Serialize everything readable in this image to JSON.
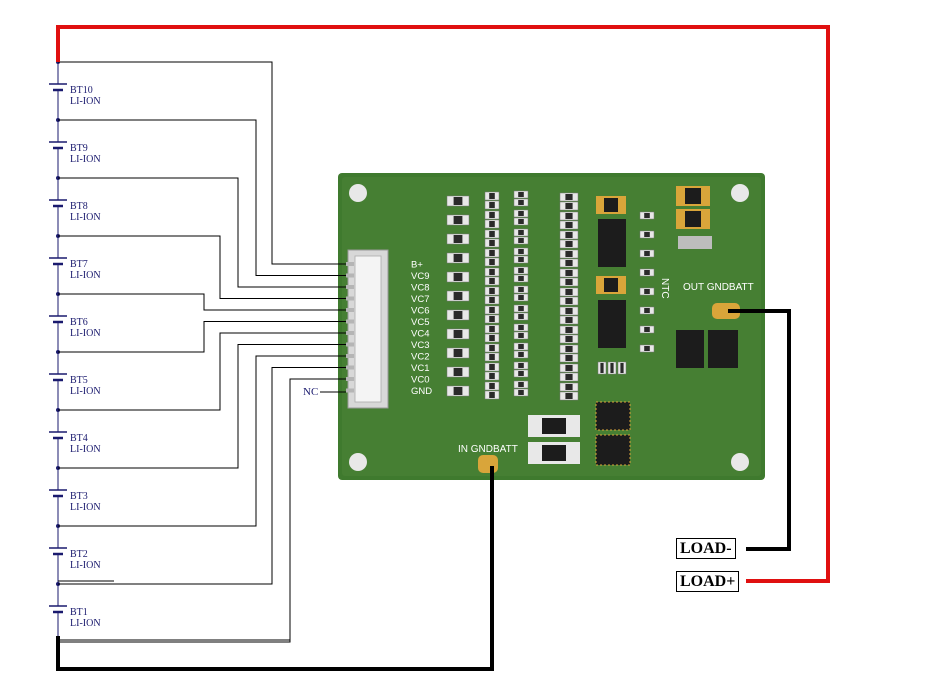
{
  "cells": [
    {
      "name": "BT10",
      "type": "LI-ION"
    },
    {
      "name": "BT9",
      "type": "LI-ION"
    },
    {
      "name": "BT8",
      "type": "LI-ION"
    },
    {
      "name": "BT7",
      "type": "LI-ION"
    },
    {
      "name": "BT6",
      "type": "LI-ION"
    },
    {
      "name": "BT5",
      "type": "LI-ION"
    },
    {
      "name": "BT4",
      "type": "LI-ION"
    },
    {
      "name": "BT3",
      "type": "LI-ION"
    },
    {
      "name": "BT2",
      "type": "LI-ION"
    },
    {
      "name": "BT1",
      "type": "LI-ION"
    }
  ],
  "connector_pins": [
    "B+",
    "VC9",
    "VC8",
    "VC7",
    "VC6",
    "VC5",
    "VC4",
    "VC3",
    "VC2",
    "VC1",
    "VC0",
    "GND"
  ],
  "nc_label": "NC",
  "board": {
    "out_label": "OUT GNDBATT",
    "in_label": "IN GNDBATT",
    "ntc_label": "NTC"
  },
  "load_minus": "LOAD-",
  "load_plus": "LOAD+",
  "colors": {
    "positive_wire": "#e01010",
    "negative_wire": "#000000",
    "board": "#3f7a2e",
    "pad": "#d9a53a"
  }
}
